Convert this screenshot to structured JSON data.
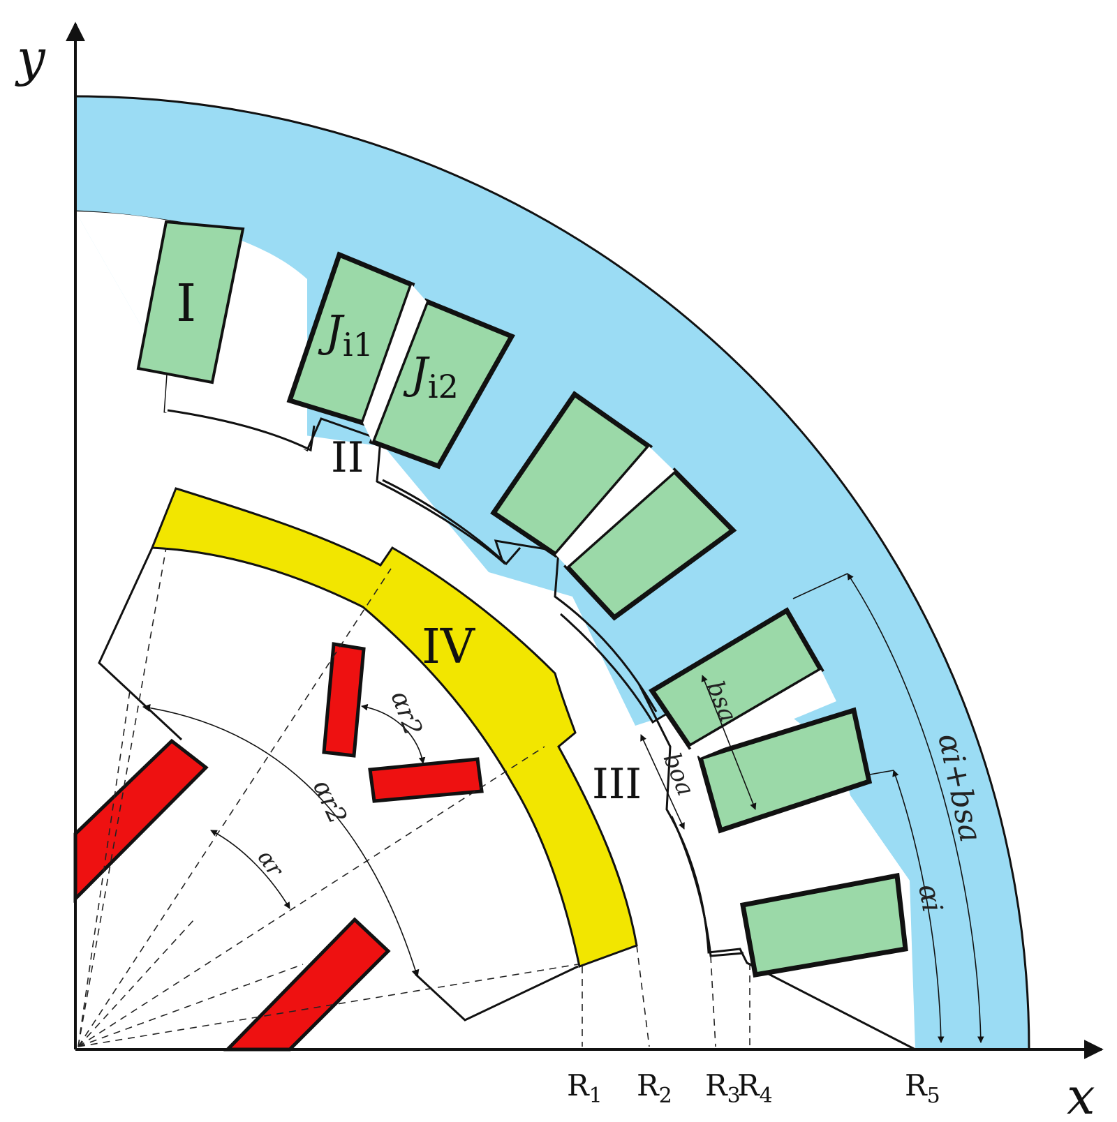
{
  "axes": {
    "x_label": "x",
    "y_label": "y"
  },
  "regions": {
    "region_1": "I",
    "region_2": "II",
    "region_3": "III",
    "region_4": "IV"
  },
  "currents": {
    "j_i1_main": "J",
    "j_i1_sub": "i1",
    "j_i2_main": "J",
    "j_i2_sub": "i2"
  },
  "radii": {
    "r1_main": "R",
    "r1_sub": "1",
    "r2_main": "R",
    "r2_sub": "2",
    "r3_main": "R",
    "r3_sub": "3",
    "r4_main": "R",
    "r4_sub": "4",
    "r5_main": "R",
    "r5_sub": "5"
  },
  "angles": {
    "alpha_r2_rotor_magnet": "αr2",
    "alpha_r2_pole": "αr2",
    "alpha_r": "αr",
    "alpha_i_plus_b_sa": "αi+bsa",
    "alpha_i": "αi",
    "b_sa_slot": "bsa",
    "b_oa_opening": "boa"
  },
  "colors": {
    "stator": "#9bdcf4",
    "coil": "#9bd9a8",
    "sleeve": "#f2e600",
    "magnet": "#ee1111",
    "outline": "#111111"
  }
}
